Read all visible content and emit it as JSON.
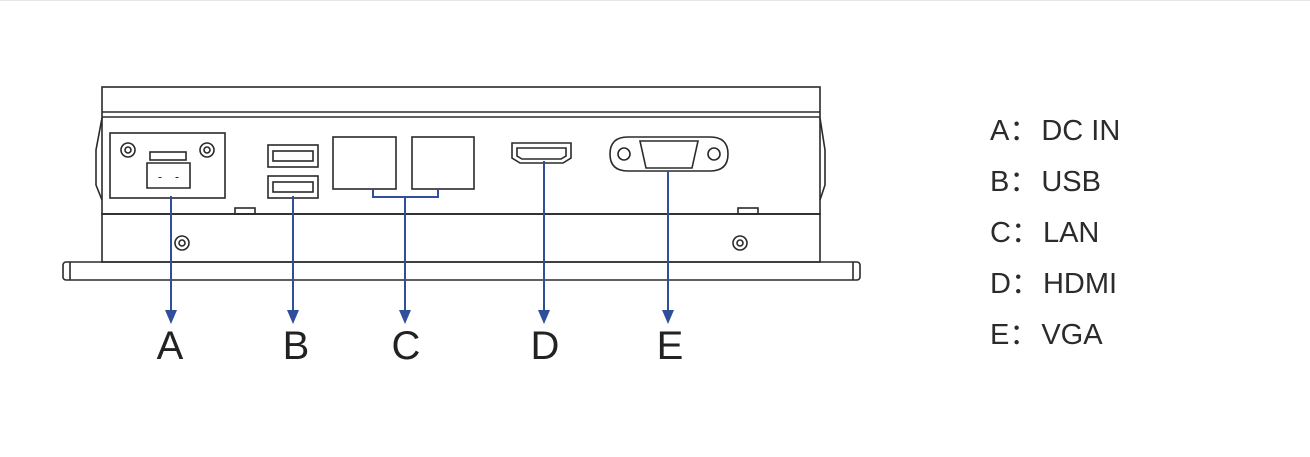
{
  "colors": {
    "outline": "#2a2a2a",
    "callout": "#2f4f9a",
    "text": "#2b2b2b"
  },
  "callouts": [
    "A",
    "B",
    "C",
    "D",
    "E"
  ],
  "legend": [
    {
      "key": "A",
      "sep": "：",
      "label": "DC IN"
    },
    {
      "key": "B",
      "sep": "：",
      "label": "USB"
    },
    {
      "key": "C",
      "sep": "：",
      "label": "LAN"
    },
    {
      "key": "D",
      "sep": "：",
      "label": "HDMI"
    },
    {
      "key": "E",
      "sep": "：",
      "label": "VGA"
    }
  ]
}
